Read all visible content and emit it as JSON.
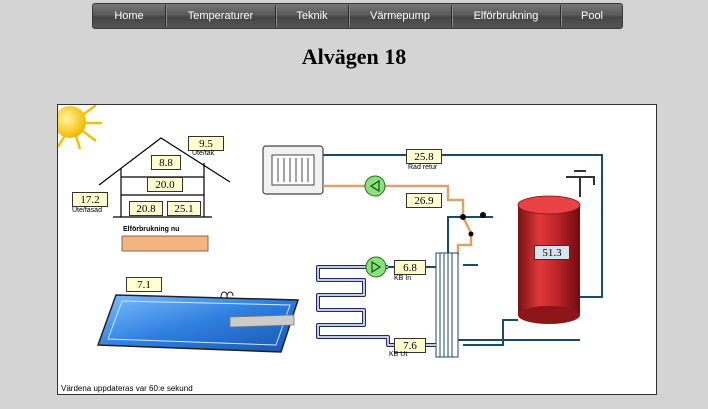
{
  "nav": {
    "items": [
      "Home",
      "Temperaturer",
      "Teknik",
      "Värmepump",
      "Elförbrukning",
      "Pool"
    ]
  },
  "page": {
    "title": "Alvägen 18"
  },
  "readings": {
    "ute_tak": "9.5",
    "ute_tak_label": "Ute/tak",
    "attic": "8.8",
    "floor_upper": "20.0",
    "ute_fasad": "17.2",
    "ute_fasad_label": "Ute/fasad",
    "room_left": "20.8",
    "room_right": "25.1",
    "elforbrukning_label": "Elförbrukning nu",
    "elforbrukning_value": "",
    "rad_retur": "25.8",
    "rad_retur_label": "Rad retur",
    "supply": "26.9",
    "tank": "51.3",
    "kb_in": "6.8",
    "kb_in_label": "KB In",
    "kb_ut": "7.6",
    "kb_ut_label": "KB Ut",
    "pool": "7.1"
  },
  "footnote": "Värdena uppdateras var 60:e sekund",
  "colors": {
    "pipe_dark": "#1c4a63",
    "pipe_loop": "#1b2a6b",
    "pipe_hot": "#d9a46a",
    "pump": "#88e27a",
    "tank": "#c2262a",
    "pool": "#3e8ee6",
    "sun": "#ffd21f",
    "meter_bar": "#f3b482"
  }
}
